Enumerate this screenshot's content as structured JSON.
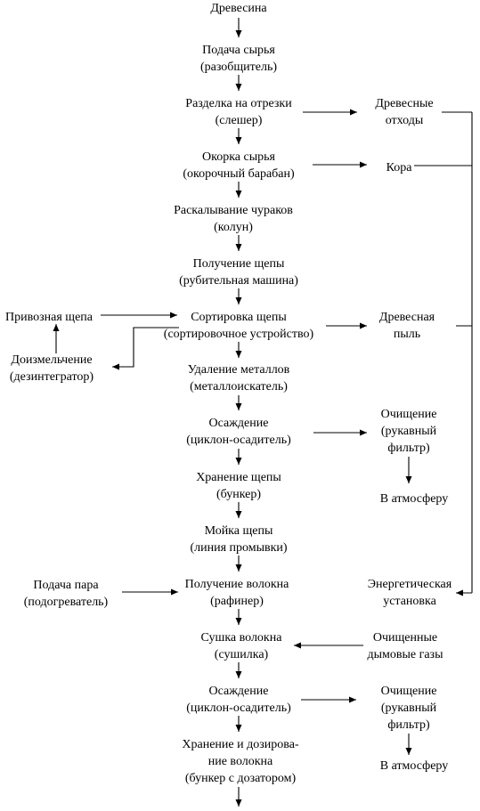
{
  "nodes": {
    "wood": [
      "Древесина"
    ],
    "feed": [
      "Подача сырья",
      "(разобщитель)"
    ],
    "cut": [
      "Разделка на отрезки",
      "(слешер)"
    ],
    "debark": [
      "Окорка сырья",
      "(окорочный барабан)"
    ],
    "split": [
      "Раскалывание чураков",
      "(колун)"
    ],
    "chip": [
      "Получение щепы",
      "(рубительная машина)"
    ],
    "sort": [
      "Сортировка щепы",
      "(сортировочное устройство)"
    ],
    "metal": [
      "Удаление металлов",
      "(металлоискатель)"
    ],
    "settle1": [
      "Осаждение",
      "(циклон-осадитель)"
    ],
    "store": [
      "Хранение щепы",
      "(бункер)"
    ],
    "wash": [
      "Мойка щепы",
      "(линия промывки)"
    ],
    "fiber": [
      "Получение волокна",
      "(рафинер)"
    ],
    "dry": [
      "Сушка волокна",
      "(сушилка)"
    ],
    "settle2": [
      "Осаждение",
      "(циклон-осадитель)"
    ],
    "storedose": [
      "Хранение и дозирова-",
      "ние волокна",
      "(бункер с дозатором)"
    ],
    "waste": [
      "Древесные",
      "отходы"
    ],
    "bark": [
      "Кора"
    ],
    "dust": [
      "Древесная",
      "пыль"
    ],
    "clean1": [
      "Очищение",
      "(рукавный",
      "фильтр)"
    ],
    "atm1": [
      "В атмосферу"
    ],
    "energy": [
      "Энергетическая",
      "установка"
    ],
    "flue": [
      "Очищенные",
      "дымовые газы"
    ],
    "clean2": [
      "Очищение",
      "(рукавный",
      "фильтр)"
    ],
    "atm2": [
      "В атмосферу"
    ],
    "imported": [
      "Привозная щепа"
    ],
    "regrind": [
      "Доизмельчение",
      "(дезинтегратор)"
    ],
    "steam": [
      "Подача пара",
      "(подогреватель)"
    ]
  }
}
